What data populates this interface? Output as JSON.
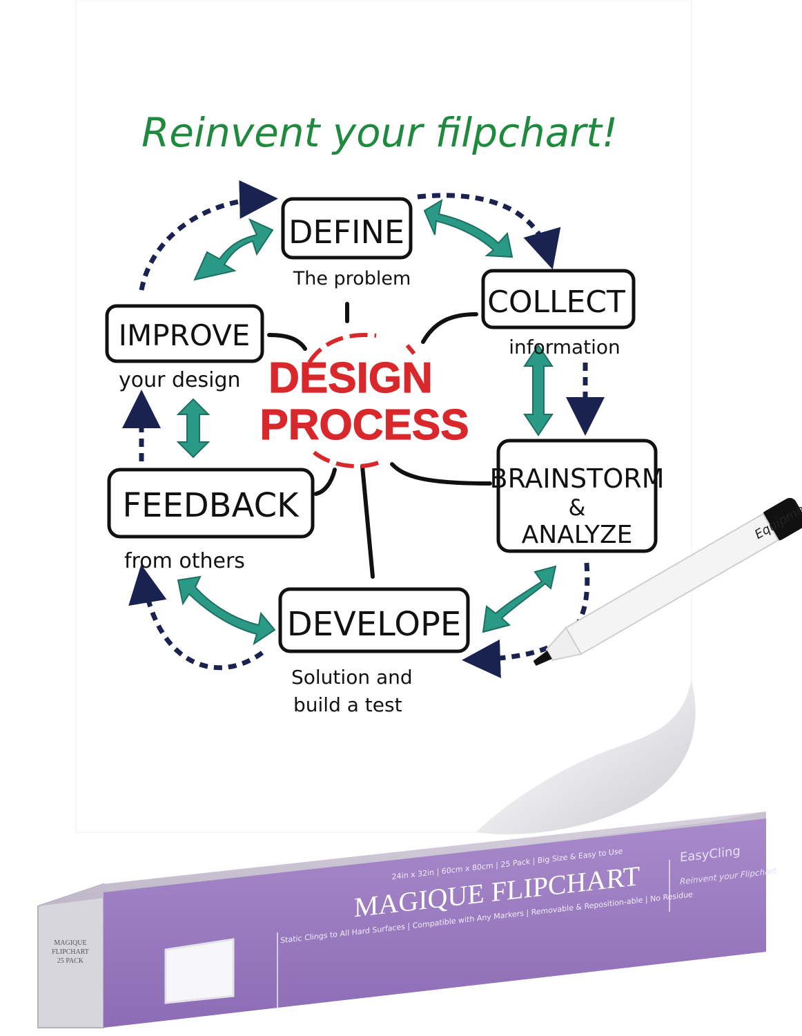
{
  "sheet": {
    "headline": "Reinvent your filpchart!",
    "center": {
      "line1": "DESIGN",
      "line2": "PROCESS"
    },
    "steps": [
      {
        "title": "DEFINE",
        "caption1": "The problem",
        "caption2": ""
      },
      {
        "title": "COLLECT",
        "caption1": "information",
        "caption2": ""
      },
      {
        "title": "BRAINSTORM",
        "title2": "&",
        "title3": "ANALYZE",
        "caption1": "",
        "caption2": ""
      },
      {
        "title": "DEVELOPE",
        "caption1": "Solution and",
        "caption2": "build a test"
      },
      {
        "title": "FEEDBACK",
        "caption1": "from others",
        "caption2": ""
      },
      {
        "title": "IMPROVE",
        "caption1": "your design",
        "caption2": ""
      }
    ]
  },
  "marker": {
    "text": "Equipment For Thinking"
  },
  "box": {
    "title": "MAGIQUE FLIPCHART",
    "specs": "24in x 32in | 60cm x 80cm | 25 Pack | Big Size & Easy to Use",
    "features": "Static Clings to All Hard Surfaces | Compatible with Any Markers | Removable & Reposition-able | No Residue",
    "brand": "EasyCling",
    "tagline": "Reinvent your Flipchart",
    "end_label": [
      "MAGIQUE",
      "FLIPCHART",
      "25 PACK"
    ]
  },
  "colors": {
    "green_ink": "#1f8a3e",
    "red_ink": "#d8282b",
    "teal_arrow": "#2a9a86",
    "navy_dash": "#1a2350",
    "box_purple": "#9a7cc0"
  }
}
